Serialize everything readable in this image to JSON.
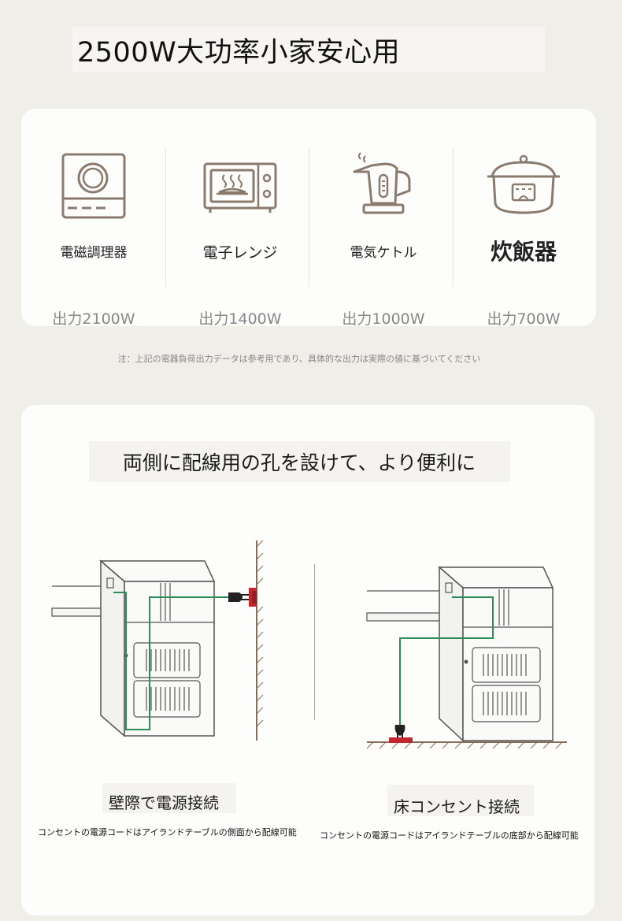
{
  "title": "2500W大功率小家安心用",
  "appliances": [
    {
      "name": "電磁調理器",
      "power": "出力2100W",
      "icon": "induction-cooker-icon"
    },
    {
      "name": "電子レンジ",
      "power": "出力1400W",
      "icon": "microwave-icon"
    },
    {
      "name": "電気ケトル",
      "power": "出力1000W",
      "icon": "electric-kettle-icon"
    },
    {
      "name": "炊飯器",
      "power": "出力700W",
      "icon": "rice-cooker-icon"
    }
  ],
  "note": "注：上記の電器負荷出力データは参考用であり、具体的な出力は実際の値に基づいてください",
  "wiring": {
    "title": "両側に配線用の孔を設けて、より便利に",
    "left": {
      "caption": "壁際で電源接続",
      "description": "コンセントの電源コードはアイランドテーブルの側面から配線可能"
    },
    "right": {
      "caption": "床コンセント接続",
      "description": "コンセントの電源コードはアイランドテーブルの底部から配線可能"
    }
  },
  "colors": {
    "background": "#efeee9",
    "card": "#fdfdfc",
    "icon_stroke": "#8a7a6e",
    "cable": "#2e8b57",
    "outlet": "#c0282d"
  }
}
